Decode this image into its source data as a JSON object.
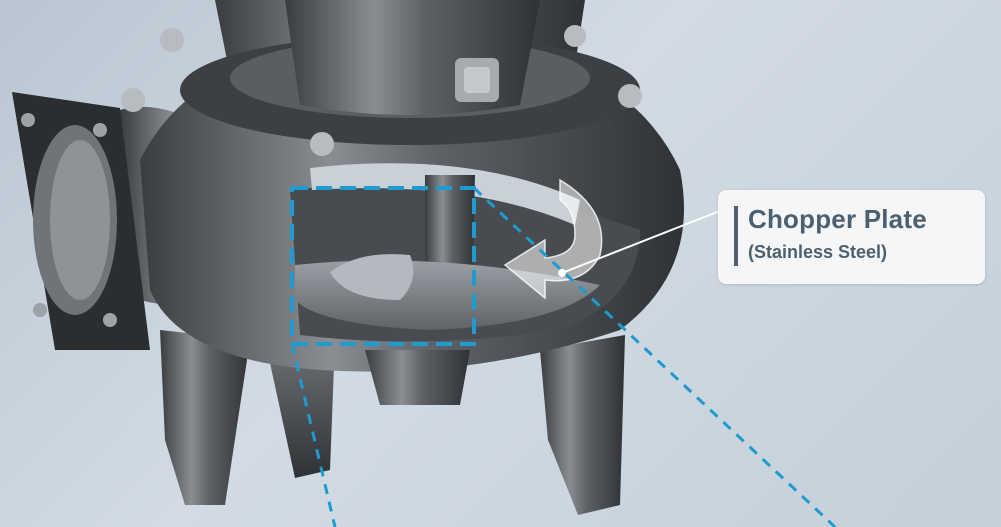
{
  "callout": {
    "title": "Chopper Plate",
    "subtitle": "(Stainless Steel)"
  },
  "colors": {
    "background": "#c8d3dd",
    "highlight_dash": "#1e9bd0",
    "pump_metal": "#55595d",
    "callout_text": "#4d6070",
    "callout_bg": "#f4f6f8"
  },
  "image": {
    "subject": "pump-casing-cutaway",
    "features": [
      "discharge-flange",
      "chopper-plate",
      "impeller",
      "support-legs",
      "rotation-arrow"
    ]
  }
}
